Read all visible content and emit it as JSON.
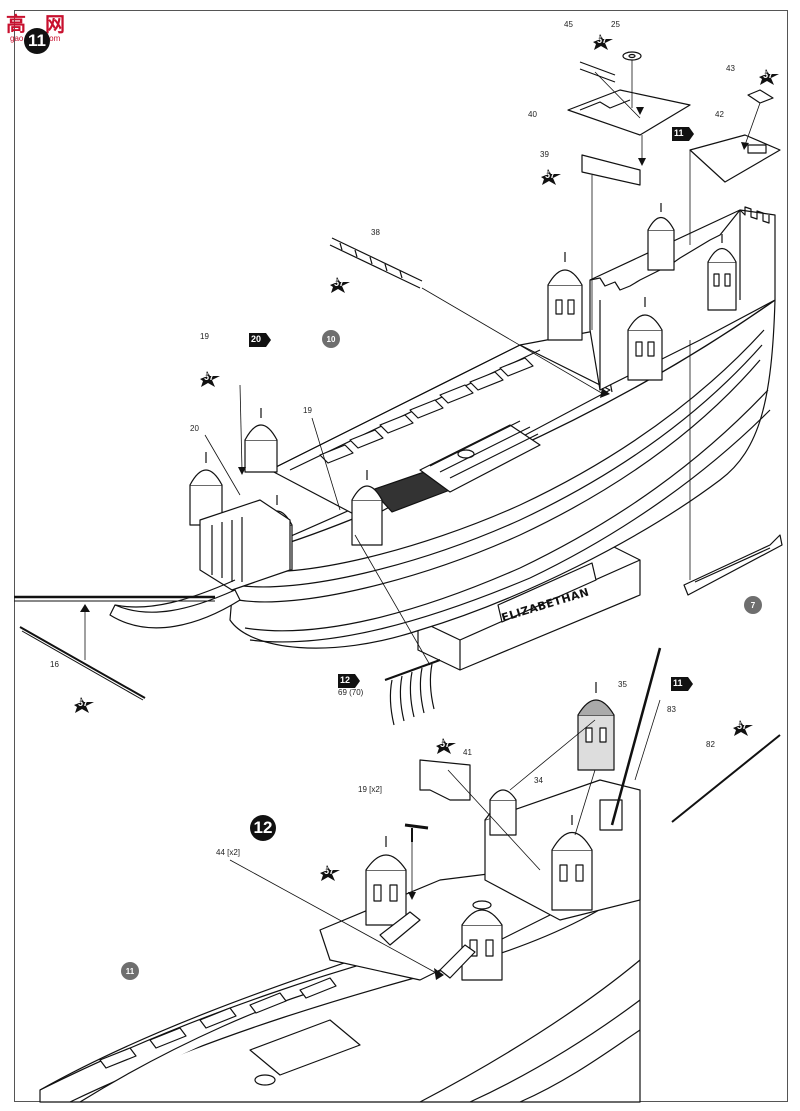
{
  "watermark": {
    "main": "高 网",
    "sub": "gao.shop.com"
  },
  "steps": {
    "top": "11",
    "bottom": "12"
  },
  "nameplate": "ELIZABETHAN",
  "part_labels": {
    "p45": "45",
    "p25": "25",
    "p40": "40",
    "p43": "43",
    "p42": "42",
    "p39": "39",
    "p38": "38",
    "p19a": "19",
    "p19b": "19",
    "p20": "20",
    "p16": "16",
    "p69": "69 (70)",
    "p35": "35",
    "p83": "83",
    "p82": "82",
    "p41": "41",
    "p34": "34",
    "p19x2": "19 [x2]",
    "p44x2": "44 [x2]"
  },
  "paint_codes": {
    "s1": "57",
    "s2": "57",
    "s3": "57",
    "s4": "57",
    "s5": "57",
    "s6": "57",
    "s7": "57",
    "s8": "57",
    "s9": "57",
    "s10": "57",
    "s11": "57"
  },
  "flag_codes": {
    "f11a": "11",
    "f20": "20",
    "f12": "12",
    "f11b": "11"
  },
  "step_refs": {
    "c10": "10",
    "c7": "7",
    "c11": "11"
  }
}
